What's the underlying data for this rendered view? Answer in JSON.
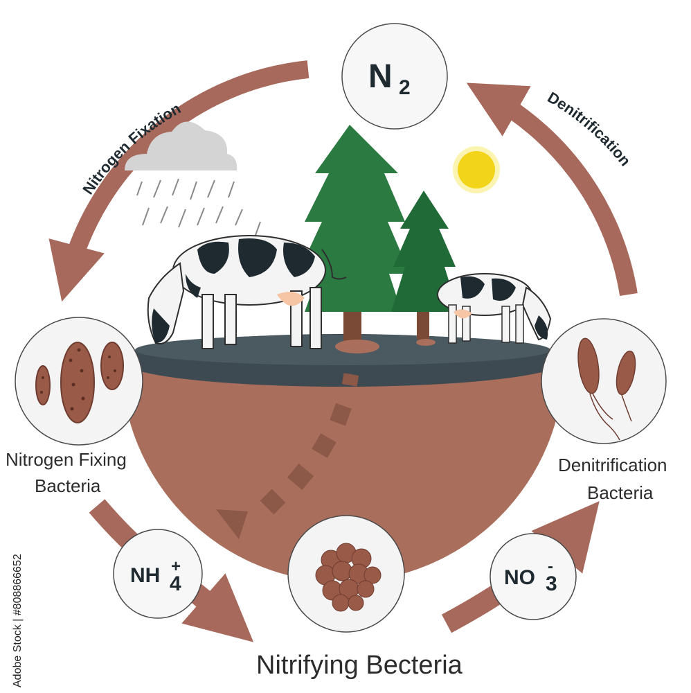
{
  "title": "",
  "nodes": {
    "n2": {
      "main": "N",
      "sub": "2"
    },
    "nh4": {
      "main": "NH",
      "sup": "+",
      "sub": "4"
    },
    "no3": {
      "main": "NO",
      "sup": "-",
      "sub": "3"
    }
  },
  "processes": {
    "fixation": "Nitrogen Fixation",
    "denitrification": "Denitrification"
  },
  "captions": {
    "fixing_line1": "Nitrogen Fixing",
    "fixing_line2": "Bacteria",
    "denit_line1": "Denitrification",
    "denit_line2": "Bacteria",
    "nitrifying": "Nitrifying Becteria"
  },
  "watermark": "Adobe Stock | #808866652",
  "stock_id": "Adobe Stock | #808866652",
  "colors": {
    "arrow": "#a8695d",
    "soil": "#a96e5c",
    "ground": "#3d4a52",
    "tree_dark": "#1f6a36",
    "tree_light": "#2e8b44",
    "sun": "#f2d51b",
    "cloud": "#d4d4d4",
    "bacteria": "#9a5a48"
  }
}
